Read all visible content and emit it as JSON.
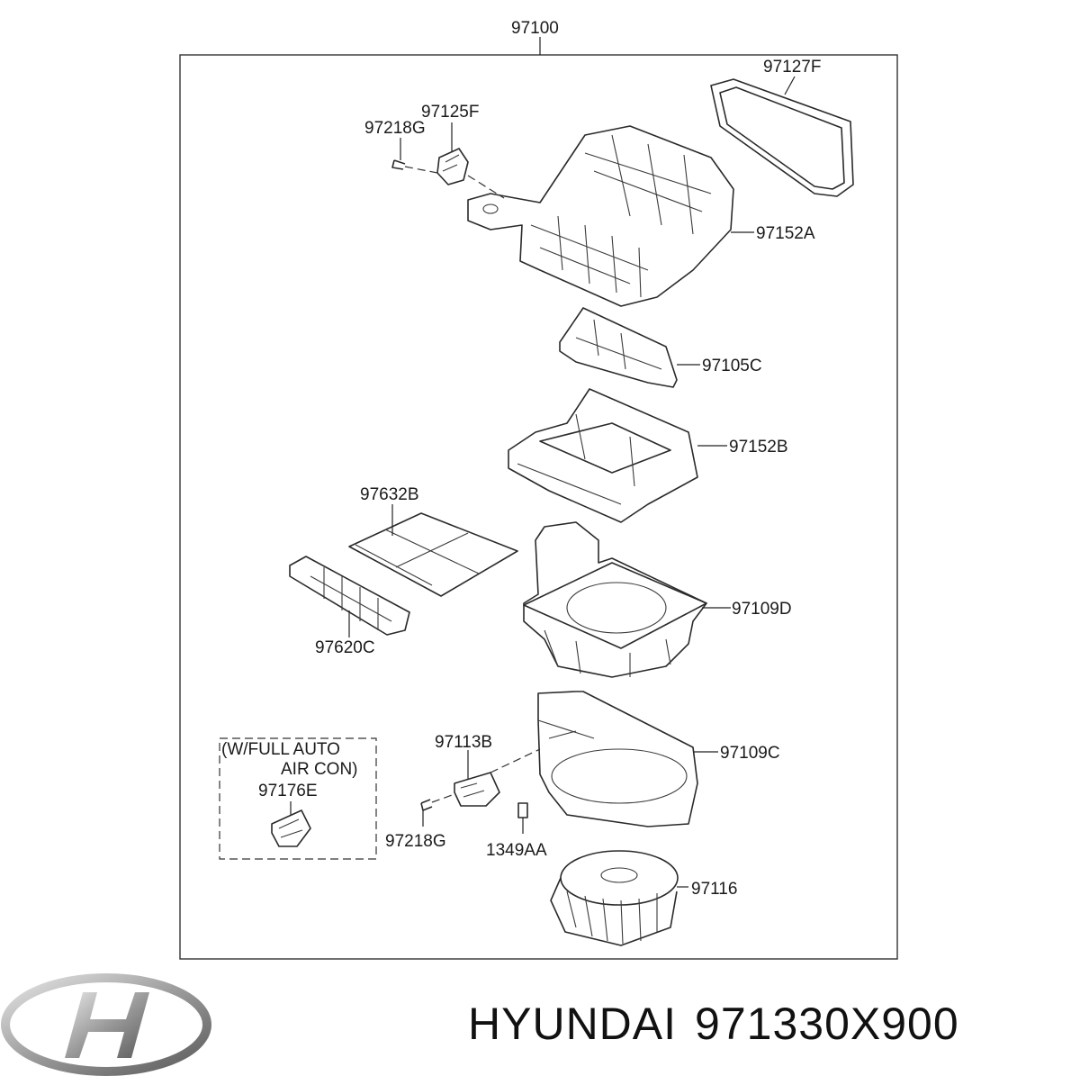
{
  "assembly_number": "97100",
  "parts": {
    "p97127F": "97127F",
    "p97125F": "97125F",
    "p97218G_top": "97218G",
    "p97152A": "97152A",
    "p97105C": "97105C",
    "p97152B": "97152B",
    "p97632B": "97632B",
    "p97620C": "97620C",
    "p97109D": "97109D",
    "p97113B": "97113B",
    "p97109C": "97109C",
    "p97218G_bottom": "97218G",
    "p1349AA": "1349AA",
    "p97116": "97116",
    "p97176E": "97176E"
  },
  "option_note": {
    "line1": "(W/FULL AUTO",
    "line2": "AIR CON)"
  },
  "footer": {
    "brand": "HYUNDAI",
    "part_number": "971330X900"
  },
  "icons": {
    "logo": "hyundai-logo-icon"
  }
}
